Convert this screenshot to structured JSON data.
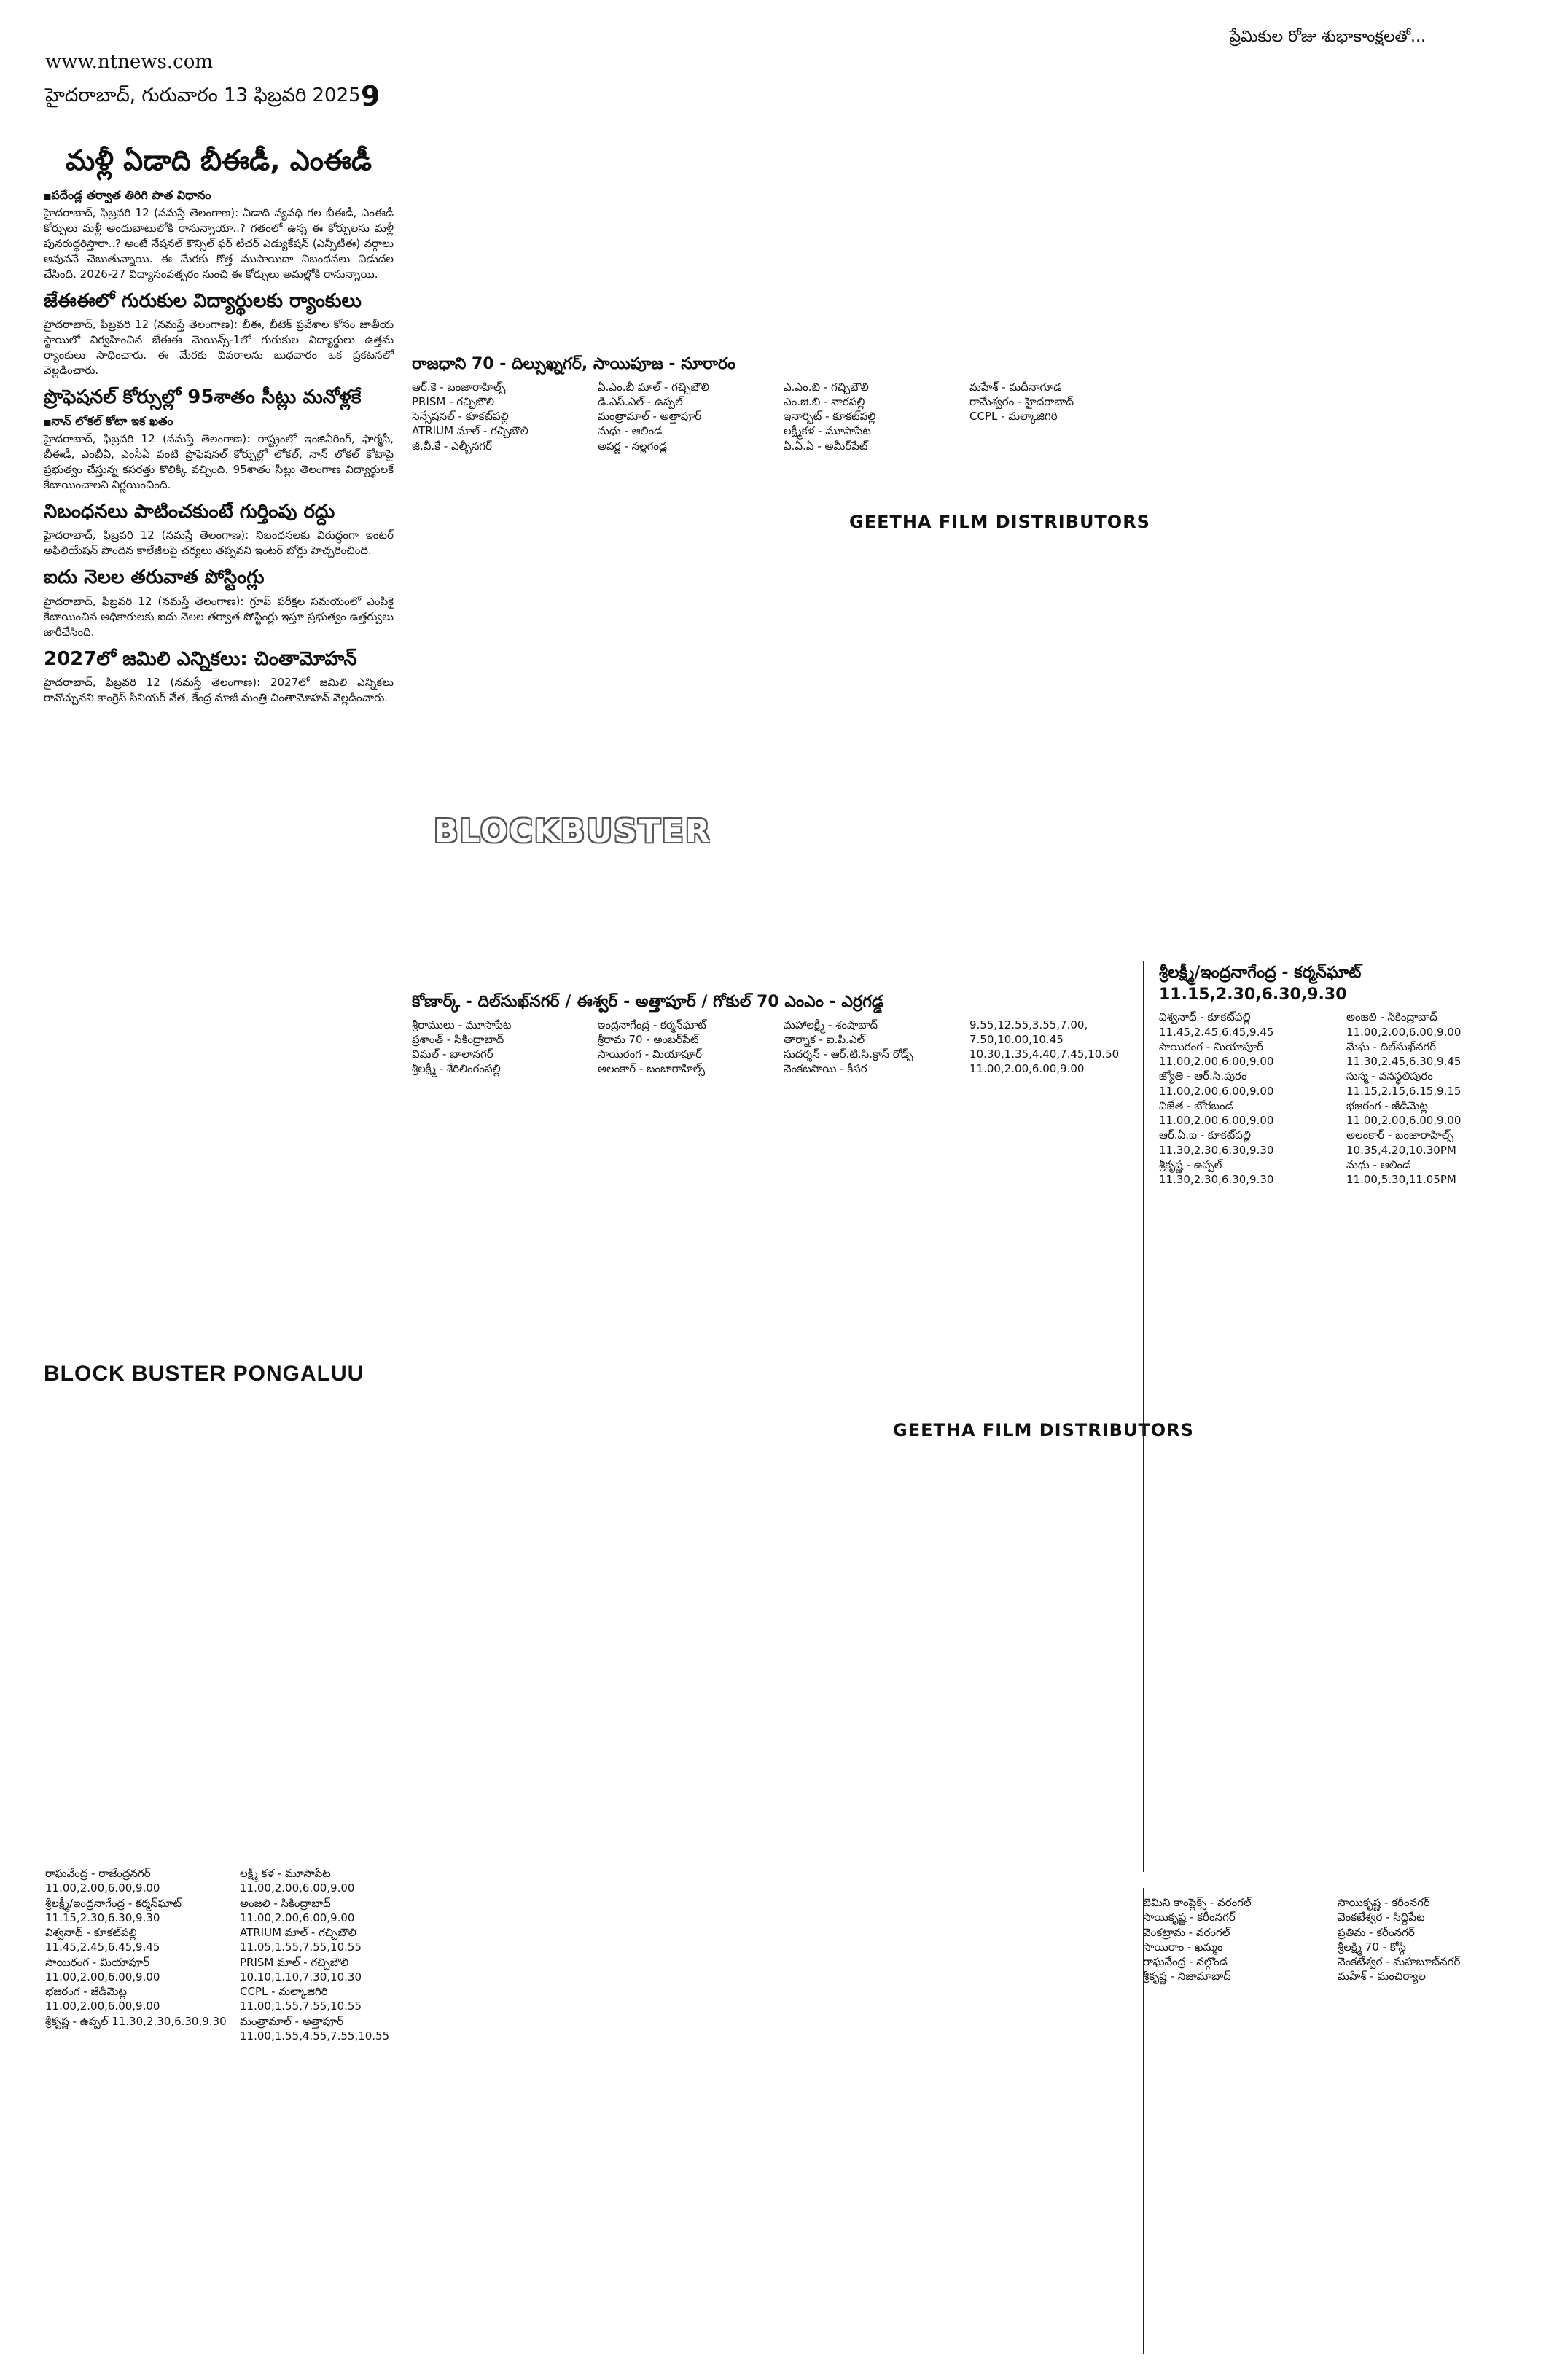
{
  "masthead": {
    "url": "www.ntnews.com",
    "dateline": "హైదరాబాద్, గురువారం 13 ఫిబ్రవరి 2025",
    "page_number": "9",
    "top_right": "ప్రేమికుల రోజు శుభాకాంక్షలతో..."
  },
  "news": {
    "headline": "మళ్లీ ఏడాది బీఈడీ, ఎంఈడీ",
    "bullet1": "పదేండ్ల తర్వాత తిరిగి పాత విధానం",
    "para1": "హైదరాబాద్, ఫిబ్రవరి 12 (నమస్తే తెలంగాణ): ఏడాది వ్యవధి గల బీఈడీ, ఎంఈడీ కోర్సులు మళ్లీ అందుబాటులోకి రానున్నాయా..? గతంలో ఉన్న ఈ కోర్సులను మళ్లీ పునరుద్ధరిస్తారా..? అంటే నేషనల్ కౌన్సిల్ ఫర్ టీచర్ ఎడ్యుకేషన్ (ఎన్సీటీఈ) వర్గాలు అవుననే చెబుతున్నాయి. ఈ మేరకు కొత్త ముసాయిదా నిబంధనలు విడుదల చేసింది. 2026-27 విద్యాసంవత్సరం నుంచి ఈ కోర్సులు అమల్లోకి రానున్నాయి.",
    "subhead1": "జేఈఈలో గురుకుల విద్యార్థులకు ర్యాంకులు",
    "para2": "హైదరాబాద్, ఫిబ్రవరి 12 (నమస్తే తెలంగాణ): బీఈ, బీటెక్ ప్రవేశాల కోసం జాతీయ స్థాయిలో నిర్వహించిన జేఈఈ మెయిన్స్-1లో గురుకుల విద్యార్థులు ఉత్తమ ర్యాంకులు సాధించారు. ఈ మేరకు వివరాలను బుధవారం ఒక ప్రకటనలో వెల్లడించారు.",
    "subhead2": "ప్రొఫెషనల్ కోర్సుల్లో 95శాతం సీట్లు మనోళ్లకే",
    "bullet2": "నాన్ లోకల్ కోటా ఇక ఖతం",
    "para3": "హైదరాబాద్, ఫిబ్రవరి 12 (నమస్తే తెలంగాణ): రాష్ట్రంలో ఇంజినీరింగ్, ఫార్మసీ, బీఈడీ, ఎంబీఏ, ఎంసీఏ వంటి ప్రొఫెషనల్ కోర్సుల్లో లోకల్, నాన్ లోకల్ కోటాపై ప్రభుత్వం చేస్తున్న కసరత్తు కొలిక్కి వచ్చింది. 95శాతం సీట్లు తెలంగాణ విద్యార్థులకే కేటాయించాలని నిర్ణయించింది.",
    "subhead3": "నిబంధనలు పాటించకుంటే గుర్తింపు రద్దు",
    "para4": "హైదరాబాద్, ఫిబ్రవరి 12 (నమస్తే తెలంగాణ): నిబంధనలకు విరుద్ధంగా ఇంటర్ అఫిలియేషన్ పొందిన కాలేజీలపై చర్యలు తప్పవని ఇంటర్ బోర్డు హెచ్చరించింది.",
    "subhead4": "ఐదు నెలల తరువాత పోస్టింగ్లు",
    "para5": "హైదరాబాద్, ఫిబ్రవరి 12 (నమస్తే తెలంగాణ): గ్రూప్ పరీక్షల సమయంలో ఎంపికై కేటాయించిన అధికారులకు ఐదు నెలల తర్వాత పోస్టింగ్లు ఇస్తూ ప్రభుత్వం ఉత్తర్వులు జారీచేసింది.",
    "subhead5": "2027లో జమిలి ఎన్నికలు: చింతామోహన్",
    "para6": "హైదరాబాద్, ఫిబ్రవరి 12 (నమస్తే తెలంగాణ): 2027లో జమిలి ఎన్నికలు రావొచ్చునని కాంగ్రెస్ సీనియర్ నేత, కేంద్ర మాజీ మంత్రి చింతామోహన్ వెల్లడించారు.",
    "strip_label": "BLOCK BUSTER PONGALUU"
  },
  "ads": {
    "blockbuster_word": "BLOCKBUSTER",
    "distributor1": "GEETHA FILM DISTRIBUTORS",
    "distributor2": "GEETHA FILM DISTRIBUTORS",
    "listing_a_head": "రాజధాని 70 - దిల్సుఖ్నగర్, సాయిపూజ - సూరారం",
    "listing_a": [
      "ఆర్.కె - బంజారాహిల్స్",
      "PRISM - గచ్చిబౌలి",
      "సెన్సేషనల్ - కూకట్‌పల్లి",
      "ATRIUM మాల్ - గచ్చిబౌలి",
      "జీ.వీ.కే - ఎల్బీనగర్",
      "ఏ.ఎం.బీ మాల్ - గచ్చిబౌలి",
      "డి.ఎస్.ఎల్ - ఉప్పల్",
      "మంత్రామాల్ - అత్తాపూర్",
      "మధు - ఆలిండ",
      "అపర్ణ - నల్లగండ్ల",
      "ఎ.ఎం.బి - గచ్చిబౌలి",
      "ఎం.జి.బి - నారపల్లి",
      "ఇనార్బిట్ - కూకట్‌పల్లి",
      "లక్ష్మీకళ - మూసాపేట",
      "ఏ.ఏ.ఏ - అమీర్‌పేట్",
      "మహేశ్ - మదీనాగూడ",
      "రామేశ్వరం - హైదరాబాద్",
      "CCPL - మల్కాజిగిరి"
    ],
    "listing_b_head": "శ్రీలక్ష్మీ/ఇంద్రనాగేంద్ర - కర్మన్‌ఘాట్ 11.15,2.30,6.30,9.30",
    "listing_b": [
      "విశ్వనాథ్ - కూకట్‌పల్లి 11.45,2.45,6.45,9.45",
      "సాయిరంగ - మియాపూర్ 11.00,2.00,6.00,9.00",
      "జ్యోతి - ఆర్.సి.పురం 11.00,2.00,6.00,9.00",
      "విజేత - బోరబండ 11.00,2.00,6.00,9.00",
      "ఆర్.ఏ.ఐ - కూకట్‌పల్లి 11.30,2.30,6.30,9.30",
      "శ్రీకృష్ణ - ఉప్పల్ 11.30,2.30,6.30,9.30",
      "అంజలి - సికింద్రాబాద్ 11.00,2.00,6.00,9.00",
      "మేఘ - దిల్‌సుఖ్‌నగర్ 11.30,2.45,6.30,9.45",
      "సుస్మ - వనస్థలిపురం 11.15,2.15,6.15,9.15",
      "భజరంగ - జీడిమెట్ల 11.00,2.00,6.00,9.00",
      "అలంకార్ - బంజారాహిల్స్ 10.35,4.20,10.30PM",
      "మధు - ఆలిండ 11.00,5.30,11.05PM"
    ],
    "listing_c_head": "కోణార్క్ - దిల్‌సుఖ్‌నగర్ / ఈశ్వర్ - అత్తాపూర్ / గోకుల్ 70 ఎంఎం - ఎర్రగడ్డ",
    "listing_c": [
      "శ్రీరాములు - మూసాపేట",
      "ప్రశాంత్ - సికింద్రాబాద్",
      "విమల్ - బాలానగర్",
      "శ్రీలక్ష్మీ - శేరిలింగంపల్లి",
      "ఇంద్రనాగేంద్ర - కర్మన్‌ఘాట్",
      "శ్రీరామ 70 - అంబర్‌పేట్",
      "సాయిరంగ - మియాపూర్",
      "అలంకార్ - బంజారాహిల్స్",
      "మహాలక్ష్మీ - శంషాబాద్",
      "తార్నాక - ఐ.పి.ఎల్",
      "సుదర్శన్ - ఆర్.టి.సి.క్రాస్ రోడ్స్",
      "వెంకటసాయి - కీసర",
      "9.55,12.55,3.55,7.00, 7.50,10.00,10.45",
      "10.30,1.35,4.40,7.45,10.50",
      "11.00,2.00,6.00,9.00"
    ],
    "listing_d": [
      "రాఘవేంద్ర - రాజేంద్రనగర్ 11.00,2.00,6.00,9.00",
      "శ్రీలక్ష్మీ/ఇంద్రనాగేంద్ర - కర్మన్‌ఘాట్ 11.15,2.30,6.30,9.30",
      "విశ్వనాథ్ - కూకట్‌పల్లి 11.45,2.45,6.45,9.45",
      "సాయిరంగ - మియాపూర్ 11.00,2.00,6.00,9.00",
      "భజరంగ - జీడిమెట్ల 11.00,2.00,6.00,9.00",
      "శ్రీకృష్ణ - ఉప్పల్ 11.30,2.30,6.30,9.30",
      "లక్ష్మీ కళ - మూసాపేట 11.00,2.00,6.00,9.00",
      "అంజలి - సికింద్రాబాద్ 11.00,2.00,6.00,9.00",
      "ATRIUM మాల్ - గచ్చిబౌలి 11.05,1.55,7.55,10.55",
      "PRISM మాల్ - గచ్చిబౌలి 10.10,1.10,7.30,10.30",
      "CCPL - మల్కాజిగిరి 11.00,1.55,7.55,10.55",
      "మంత్రామాల్ - అత్తాపూర్ 11.00,1.55,4.55,7.55,10.55"
    ],
    "listing_e": [
      "జెమిని కాంప్లెక్స్ - వరంగల్",
      "సాయికృష్ణ - కరీంనగర్",
      "వెంకట్రామ - వరంగల్",
      "సాయిరాం - ఖమ్మం",
      "రాఘవేంద్ర - నల్గొండ",
      "శ్రీకృష్ణ - నిజామాబాద్",
      "సాయికృష్ణ - కరీంనగర్",
      "వెంకటేశ్వర - సిద్దిపేట",
      "ప్రతిమ - కరీంనగర్",
      "శ్రీలక్ష్మి 70 - కోస్గి",
      "వెంకటేశ్వర - మహబూబ్‌నగర్",
      "మహేశ్ - మంచిర్యాల"
    ]
  }
}
